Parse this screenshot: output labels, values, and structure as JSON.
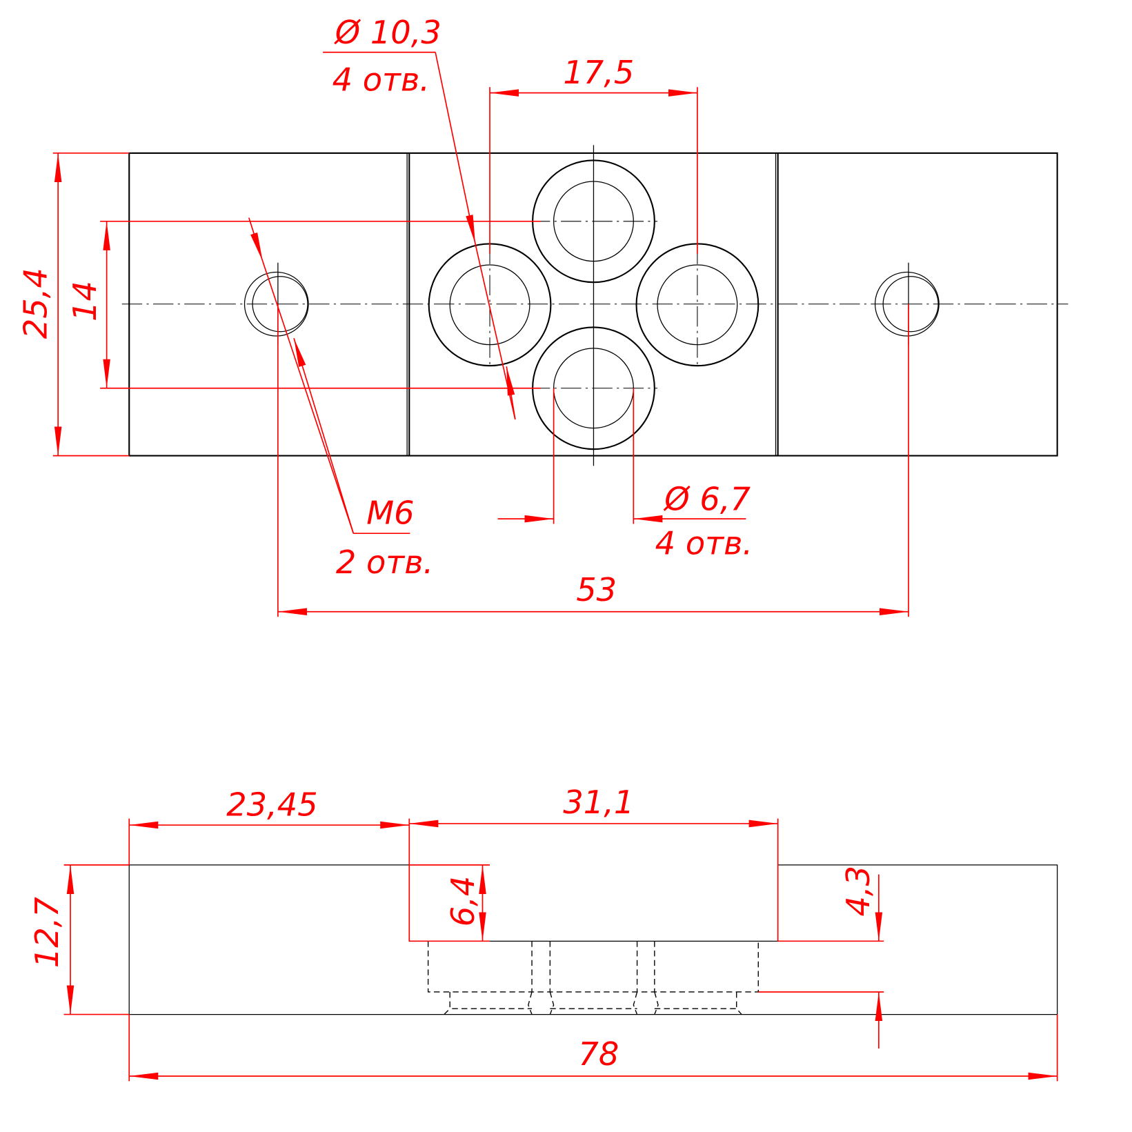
{
  "top_view": {
    "dim_overall_height": "25,4",
    "dim_port_spacing_vertical": "14",
    "dim_port_spacing_horizontal": "17,5",
    "large_hole_callout": {
      "size": "Ø 10,3",
      "count": "4 отв."
    },
    "thread_callout": {
      "size": "M6",
      "count": "2 отв."
    },
    "small_hole_callout": {
      "size": "Ø 6,7",
      "count": "4 отв."
    },
    "dim_mount_spacing": "53"
  },
  "side_view": {
    "dim_height": "12,7",
    "dim_left_step": "23,45",
    "dim_recess_width": "31,1",
    "dim_recess_depth": "6,4",
    "dim_counterbore": "4,3",
    "dim_overall_length": "78"
  },
  "colors": {
    "outline": "#000000",
    "dimension": "#ff0000"
  }
}
